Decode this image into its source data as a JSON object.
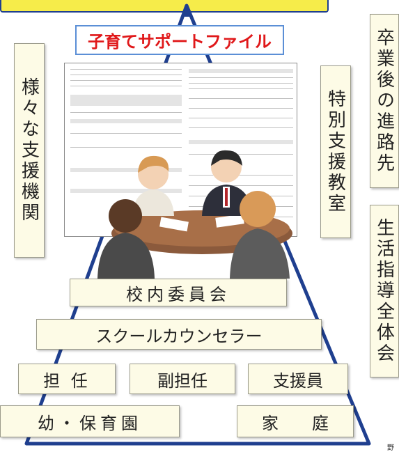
{
  "top_banner": "",
  "file_title": "子育てサポートファイル",
  "left_box": "様々な支援機関",
  "center_right_box": "特別支援教室",
  "far_right_top_box": "卒業後の進路先",
  "far_right_bottom_box": "生活指導全体会",
  "committee": "校内委員会",
  "counselor": "スクールカウンセラー",
  "staff": [
    "担 任",
    "副担任",
    "支援員"
  ],
  "bottom": [
    "幼・保育園",
    "家　　庭"
  ],
  "corner_text": "野",
  "colors": {
    "triangle": "#1f3f8f",
    "title_red": "#e0181a",
    "title_border": "#5b8fd6",
    "banner_fill": "#f6ec4a",
    "box_fill": "#fdfbe6"
  }
}
